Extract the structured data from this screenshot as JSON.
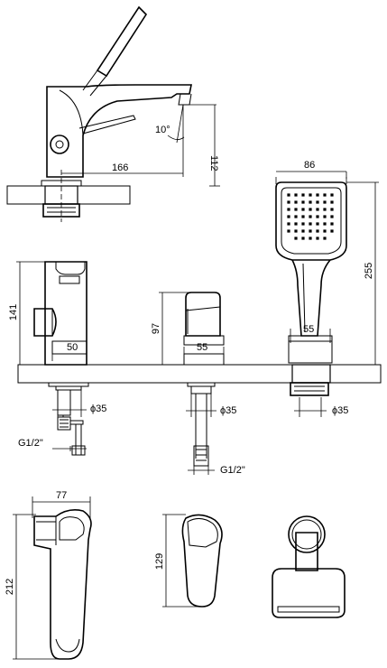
{
  "dimensions": {
    "angle": "10°",
    "spout_height": "112",
    "spout_reach": "166",
    "shower_width": "86",
    "shower_length": "255",
    "shower_base": "55",
    "diverter_height": "141",
    "diverter_base": "50",
    "valve_height": "97",
    "valve_base": "55",
    "hole_dia_1": "ϕ35",
    "hole_dia_2": "ϕ35",
    "hole_dia_3": "ϕ35",
    "thread_1": "G1/2\"",
    "thread_2": "G1/2\"",
    "spout_plan_width": "77",
    "spout_plan_length": "212",
    "handle_plan_length": "129"
  }
}
